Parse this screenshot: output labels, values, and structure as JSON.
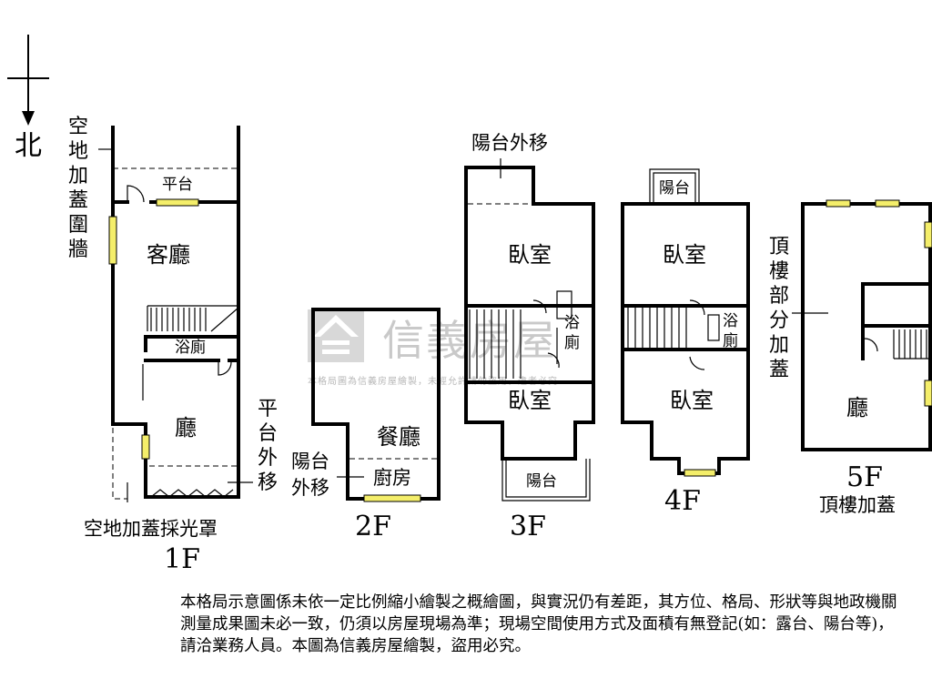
{
  "compass": {
    "north_label": "北"
  },
  "watermark": {
    "brand": "信義房屋",
    "notice": "本格局圖為信義房屋繪製，未經允許請勿盜用，違者必究"
  },
  "floor1": {
    "floor_label": "1F",
    "living_room": "客廳",
    "platform": "平台",
    "bathroom": "浴廁",
    "hall": "廳",
    "annex_enclosure": "空地加蓋圍牆",
    "platform_moved": "平台外移",
    "skylight": "空地加蓋採光罩"
  },
  "floor2": {
    "floor_label": "2F",
    "dining": "餐廳",
    "kitchen": "廚房",
    "balcony_moved": "陽台外移"
  },
  "floor3": {
    "floor_label": "3F",
    "balcony_moved": "陽台外移",
    "bedroom_top": "臥室",
    "bedroom_bottom": "臥室",
    "bath_1": "浴",
    "bath_2": "廁",
    "balcony": "陽台"
  },
  "floor4": {
    "floor_label": "4F",
    "balcony": "陽台",
    "bedroom_top": "臥室",
    "bedroom_bottom": "臥室",
    "bath_1": "浴",
    "bath_2": "廁"
  },
  "floor5": {
    "floor_label": "5F",
    "floor_sublabel": "頂樓加蓋",
    "hall": "廳",
    "rooftop_note": "頂樓部分加蓋"
  },
  "disclaimer": "本格局示意圖係未依一定比例縮小繪製之概繪圖，與實況仍有差距，其方位、格局、形狀等與地政機關測量成果圖未必一致，仍須以房屋現場為準；現場空間使用方式及面積有無登記(如：露台、陽台等)，請洽業務人員。本圖為信義房屋繪製，盜用必究。"
}
